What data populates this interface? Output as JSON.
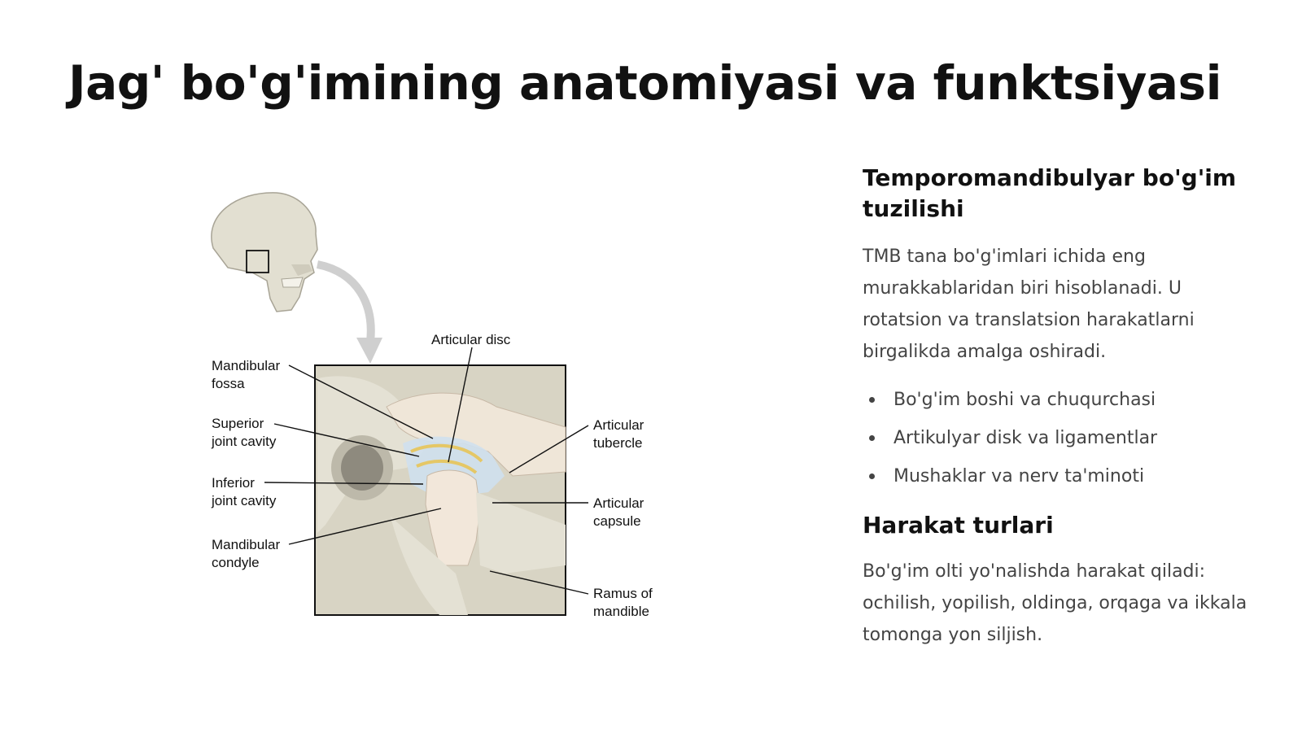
{
  "slide": {
    "title": "Jag' bo'g'imining anatomiyasi va funktsiyasi"
  },
  "figure": {
    "labels": {
      "articular_disc": "Articular disc",
      "mandibular_fossa_1": "Mandibular",
      "mandibular_fossa_2": "fossa",
      "superior_cavity_1": "Superior",
      "superior_cavity_2": "joint cavity",
      "inferior_cavity_1": "Inferior",
      "inferior_cavity_2": "joint cavity",
      "mandibular_condyle_1": "Mandibular",
      "mandibular_condyle_2": "condyle",
      "articular_tubercle_1": "Articular",
      "articular_tubercle_2": "tubercle",
      "articular_capsule_1": "Articular",
      "articular_capsule_2": "capsule",
      "ramus_1": "Ramus of",
      "ramus_2": "mandible"
    }
  },
  "panel": {
    "heading1": "Temporomandibulyar bo'g'im tuzilishi",
    "paragraph1": "TMB tana bo'g'imlari ichida eng murakkablaridan biri hisoblanadi. U rotatsion va translatsion harakatlarni birgalikda amalga oshiradi.",
    "bullets": [
      "Bo'g'im boshi va chuqurchasi",
      "Artikulyar disk va ligamentlar",
      "Mushaklar va nerv ta'minoti"
    ],
    "heading2": "Harakat turlari",
    "paragraph2": "Bo'g'im olti yo'nalishda harakat qiladi: ochilish, yopilish, oldinga, orqaga va ikkala tomonga yon siljish."
  }
}
